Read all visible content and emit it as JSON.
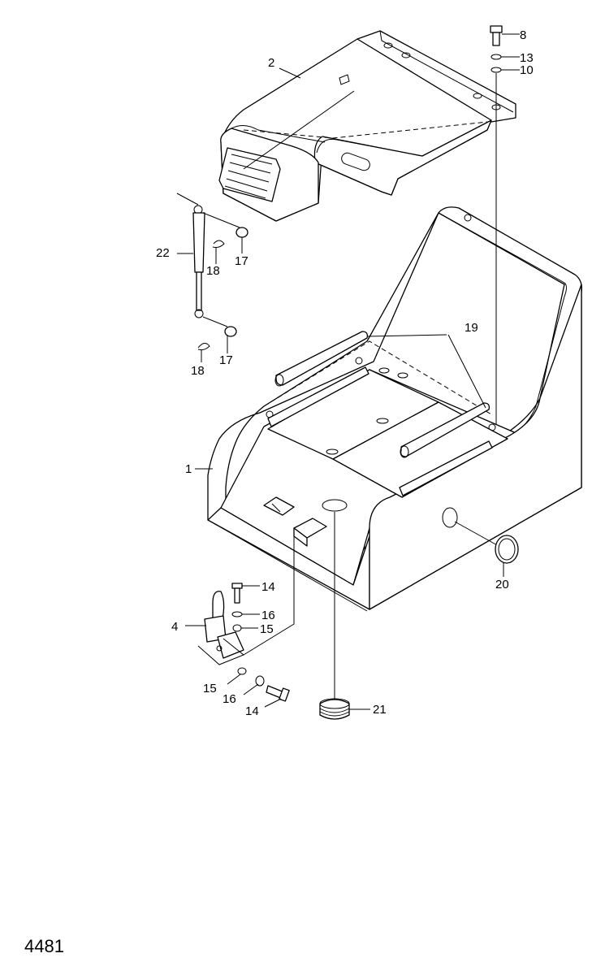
{
  "drawing_number": "4481",
  "callouts": [
    {
      "id": "c1",
      "label": "1"
    },
    {
      "id": "c2",
      "label": "2"
    },
    {
      "id": "c4",
      "label": "4"
    },
    {
      "id": "c8",
      "label": "8"
    },
    {
      "id": "c10",
      "label": "10"
    },
    {
      "id": "c13",
      "label": "13"
    },
    {
      "id": "c14a",
      "label": "14"
    },
    {
      "id": "c14b",
      "label": "14"
    },
    {
      "id": "c15a",
      "label": "15"
    },
    {
      "id": "c15b",
      "label": "15"
    },
    {
      "id": "c16a",
      "label": "16"
    },
    {
      "id": "c16b",
      "label": "16"
    },
    {
      "id": "c17a",
      "label": "17"
    },
    {
      "id": "c17b",
      "label": "17"
    },
    {
      "id": "c18a",
      "label": "18"
    },
    {
      "id": "c18b",
      "label": "18"
    },
    {
      "id": "c19",
      "label": "19"
    },
    {
      "id": "c20",
      "label": "20"
    },
    {
      "id": "c21",
      "label": "21"
    },
    {
      "id": "c22",
      "label": "22"
    }
  ]
}
